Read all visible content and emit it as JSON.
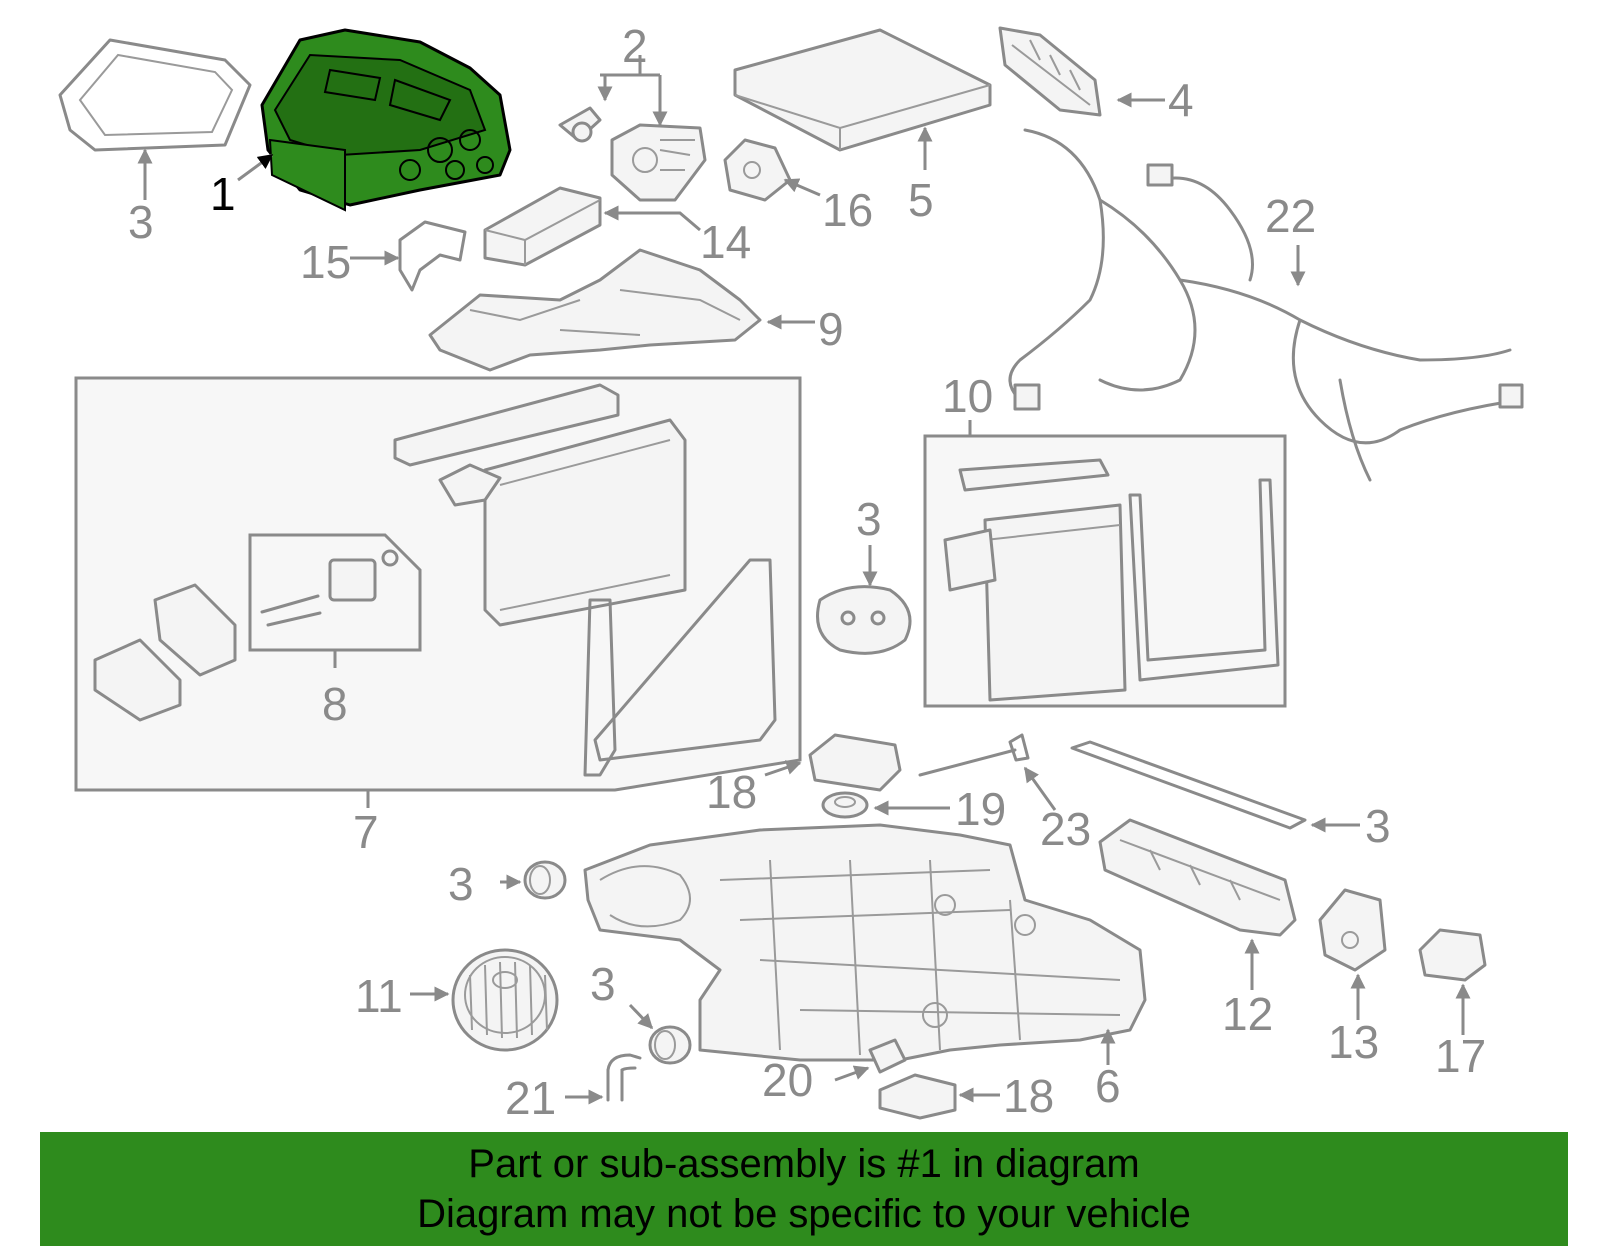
{
  "highlight_color": "#2e8b1d",
  "banner": {
    "line1": "Part or sub-assembly is #1 in diagram",
    "line2": "Diagram may not be specific to your vehicle"
  },
  "callouts": {
    "c1": "1",
    "c2": "2",
    "c3a": "3",
    "c3b": "3",
    "c3c": "3",
    "c3d": "3",
    "c3e": "3",
    "c4": "4",
    "c5": "5",
    "c6": "6",
    "c7": "7",
    "c8": "8",
    "c9": "9",
    "c10": "10",
    "c11": "11",
    "c12": "12",
    "c13": "13",
    "c14": "14",
    "c15": "15",
    "c16": "16",
    "c17": "17",
    "c18a": "18",
    "c18b": "18",
    "c19": "19",
    "c20": "20",
    "c21": "21",
    "c22": "22",
    "c23": "23"
  }
}
